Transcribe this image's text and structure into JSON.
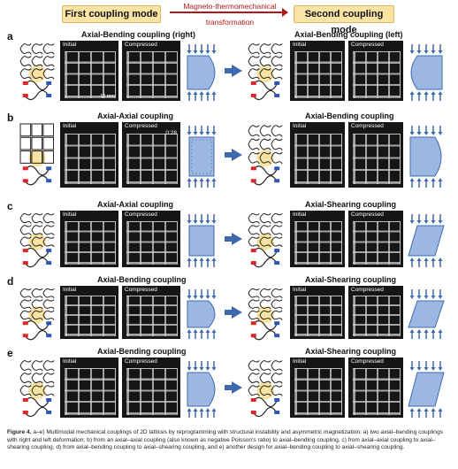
{
  "header": {
    "first_mode": "First coupling mode",
    "second_mode": "Second  coupling mode",
    "transform_line1": "Magneto-thermomechanical",
    "transform_line2": "transformation"
  },
  "rows": [
    {
      "letter": "a",
      "left_title": "Axial-Bending coupling (right)",
      "right_title": "Axial-Bending coupling (left)",
      "photo_labels": [
        "Initial",
        "Compressed",
        "Initial",
        "Compressed"
      ],
      "scale_bar": "10 mm",
      "time": ""
    },
    {
      "letter": "b",
      "left_title": "Axial-Axial coupling",
      "right_title": "Axial-Bending coupling",
      "photo_labels": [
        "Initial",
        "Compressed",
        "Initial",
        "Compressed"
      ],
      "scale_bar": "",
      "time": "0:28"
    },
    {
      "letter": "c",
      "left_title": "Axial-Axial coupling",
      "right_title": "Axial-Shearing coupling",
      "photo_labels": [
        "Initial",
        "Compressed",
        "Initial",
        "Compressed"
      ],
      "scale_bar": "",
      "time": ""
    },
    {
      "letter": "d",
      "left_title": "Axial-Bending coupling",
      "right_title": "Axial-Shearing coupling",
      "photo_labels": [
        "Initial",
        "Compressed",
        "Initial",
        "Compressed"
      ],
      "scale_bar": "",
      "time": ""
    },
    {
      "letter": "e",
      "left_title": "Axial-Bending coupling",
      "right_title": "Axial-Shearing coupling",
      "photo_labels": [
        "Initial",
        "Compressed",
        "Initial",
        "Compressed"
      ],
      "scale_bar": "",
      "time": ""
    }
  ],
  "caption": {
    "label": "Figure 4.",
    "text": " a–e) Multimodal mechanical couplings of 2D lattices by reprogramming with structural instability and asymmetric magnetization: a) two axial–bending couplings with right and left deformation; b) from an axial–axial coupling (also known as negative Poisson's ratio) to axial–bending coupling, c) from axial–axial coupling to axial–shearing coupling, d) from axial–bending coupling to axial–shearing coupling, and e) another design for axial–bending coupling to axial–shearing coupling."
  },
  "colors": {
    "mode_box": "#fbe3a6",
    "transform_arrow": "#b01818",
    "blue_block": "#9db7e3",
    "blue_arrows": "#3f69ad",
    "highlight": "#f6d77a",
    "magnet_red": "#d8262a",
    "magnet_blue": "#2d55b3"
  }
}
